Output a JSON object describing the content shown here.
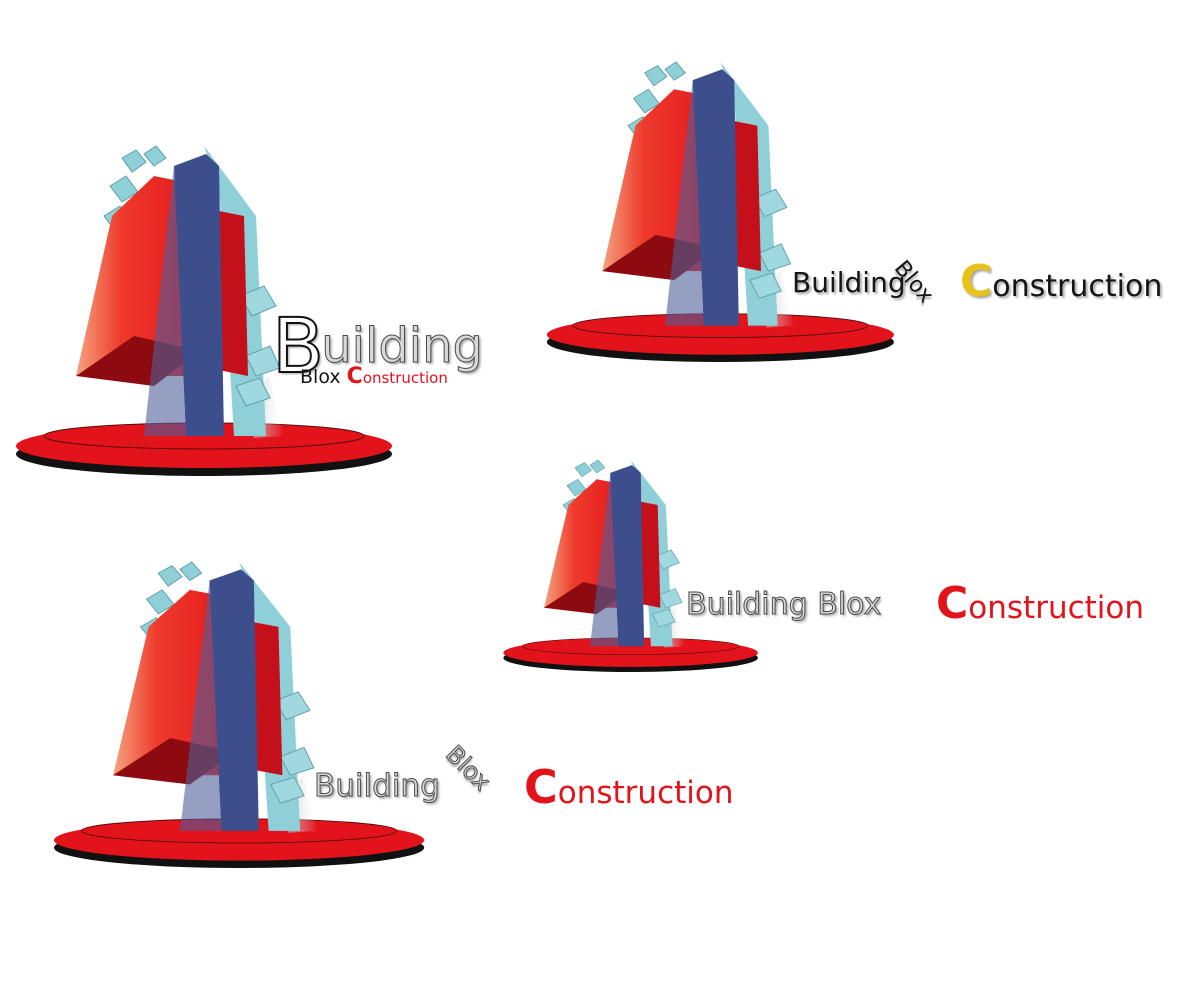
{
  "colors": {
    "red": "#e3131b",
    "dark_red": "#8d0b10",
    "blue": "#3c4f8c",
    "light_blue": "#8fd0d8",
    "black": "#111111",
    "gold": "#e8c21a",
    "grey": "#d8d8d8"
  },
  "logos": [
    {
      "building_initial": "B",
      "building_rest": "uilding",
      "blox": "Blox",
      "c_initial": "C",
      "construction_rest": "onstruction"
    },
    {
      "building": "Building",
      "blox": "Blox",
      "c_initial": "C",
      "construction_rest": "onstruction"
    },
    {
      "building": "Building Blox",
      "c_initial": "C",
      "construction_rest": "onstruction"
    },
    {
      "building": "Building",
      "blox": "Blox",
      "c_initial": "C",
      "construction_rest": "onstruction"
    }
  ]
}
